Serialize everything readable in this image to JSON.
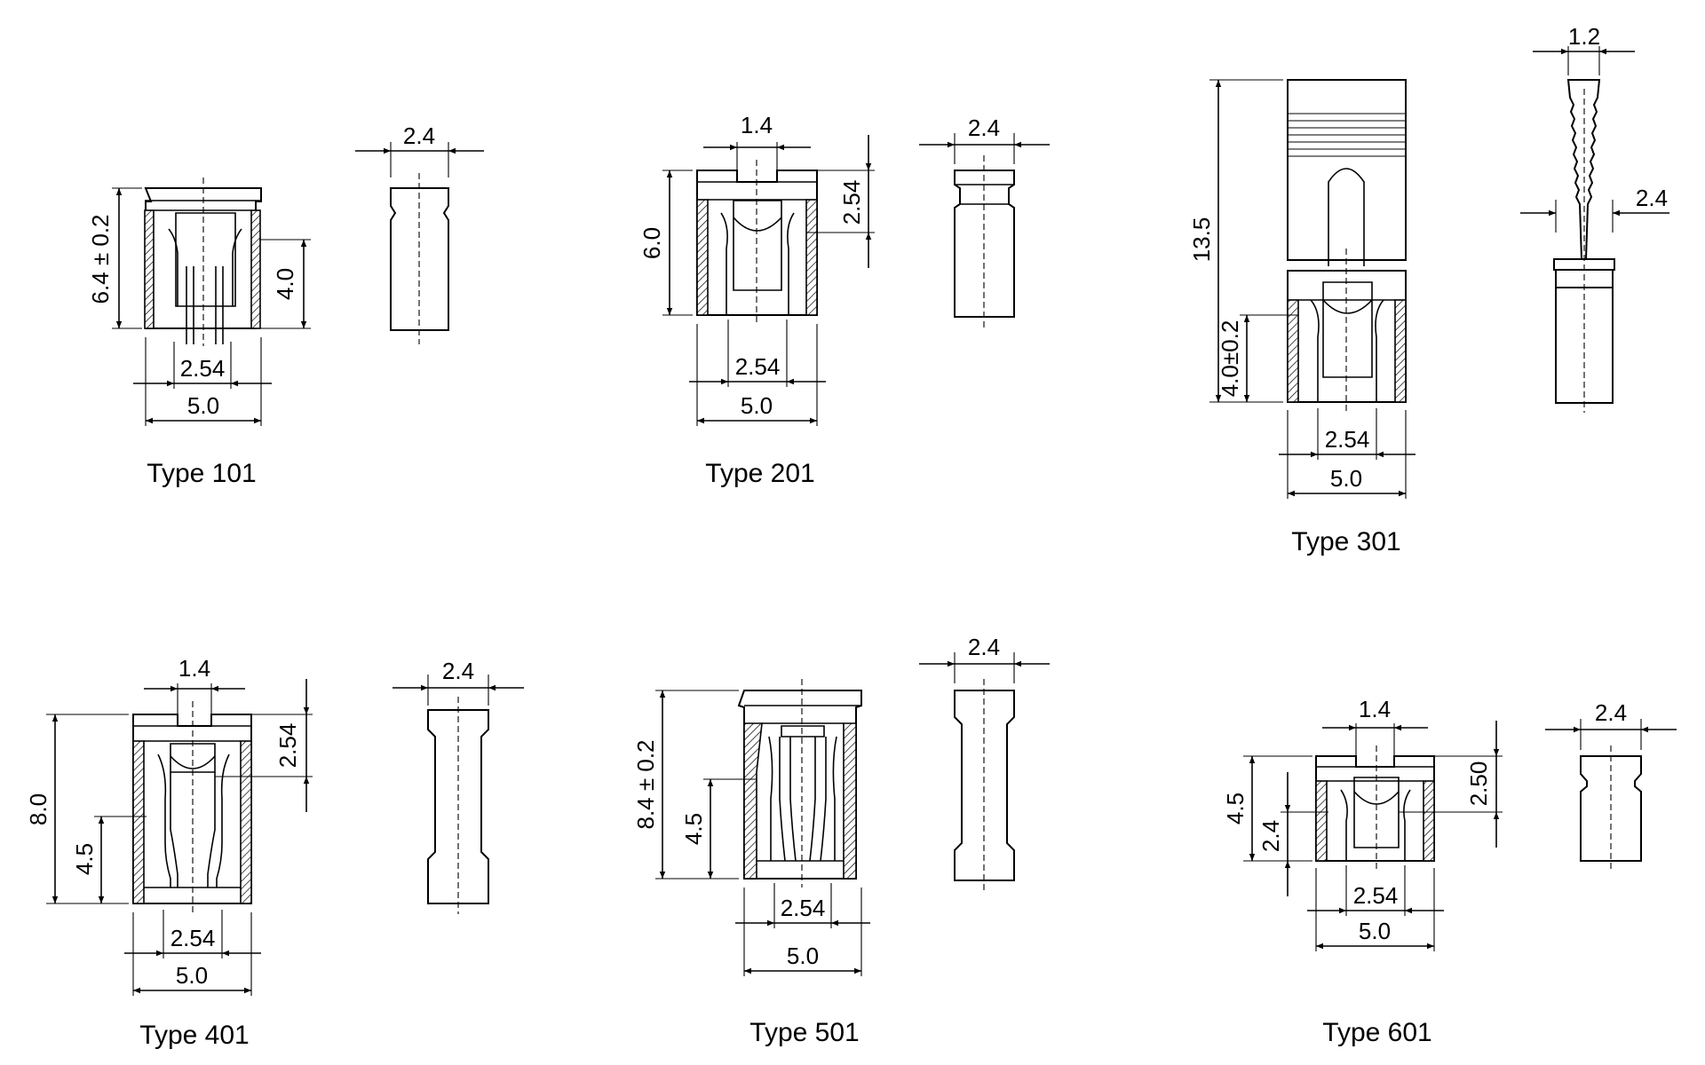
{
  "types": [
    {
      "title": "Type 101",
      "dims": {
        "height": "6.4 ± 0.2",
        "contact_height": "4.0",
        "pitch": "2.54",
        "width": "5.0",
        "side_width": "2.4"
      }
    },
    {
      "title": "Type 201",
      "dims": {
        "top_gap": "1.4",
        "height": "6.0",
        "slot_depth": "2.54",
        "pitch": "2.54",
        "width": "5.0",
        "side_width": "2.4"
      }
    },
    {
      "title": "Type 301",
      "dims": {
        "total_height": "13.5",
        "contact_height": "4.0±0.2",
        "tip_width": "1.2",
        "handle_width": "2.4",
        "pitch": "2.54",
        "width": "5.0"
      }
    },
    {
      "title": "Type 401",
      "dims": {
        "top_gap": "1.4",
        "height": "8.0",
        "slot_depth": "2.54",
        "contact_height": "4.5",
        "pitch": "2.54",
        "width": "5.0",
        "side_width": "2.4"
      }
    },
    {
      "title": "Type 501",
      "dims": {
        "height": "8.4 ± 0.2",
        "contact_height": "4.5",
        "pitch": "2.54",
        "width": "5.0",
        "side_width": "2.4"
      }
    },
    {
      "title": "Type 601",
      "dims": {
        "top_gap": "1.4",
        "height": "4.5",
        "contact_height": "2.4",
        "slot_depth": "2.50",
        "pitch": "2.54",
        "width": "5.0",
        "side_width": "2.4"
      }
    }
  ]
}
